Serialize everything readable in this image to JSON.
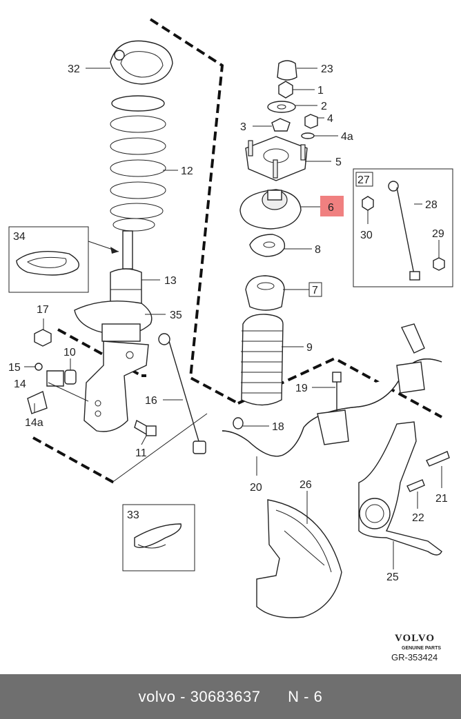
{
  "callouts": {
    "c1": "1",
    "c2": "2",
    "c3": "3",
    "c4": "4",
    "c4a": "4a",
    "c5": "5",
    "c6": "6",
    "c7": "7",
    "c8": "8",
    "c9": "9",
    "c10": "10",
    "c11": "11",
    "c12": "12",
    "c13": "13",
    "c14": "14",
    "c14a": "14a",
    "c15": "15",
    "c16": "16",
    "c17": "17",
    "c18": "18",
    "c19": "19",
    "c20": "20",
    "c21": "21",
    "c22": "22",
    "c23": "23",
    "c25": "25",
    "c26": "26",
    "c27": "27",
    "c28": "28",
    "c29": "29",
    "c30": "30",
    "c32": "32",
    "c33": "33",
    "c34": "34",
    "c35": "35"
  },
  "highlight_color": "#f08080",
  "brand": {
    "logo_text": "VOLVO",
    "logo_sub": "GENUINE PARTS",
    "diagram_ref": "GR-353424"
  },
  "footer": {
    "brand": "volvo",
    "sep": "-",
    "part_number": "30683637",
    "position": "N - 6"
  }
}
